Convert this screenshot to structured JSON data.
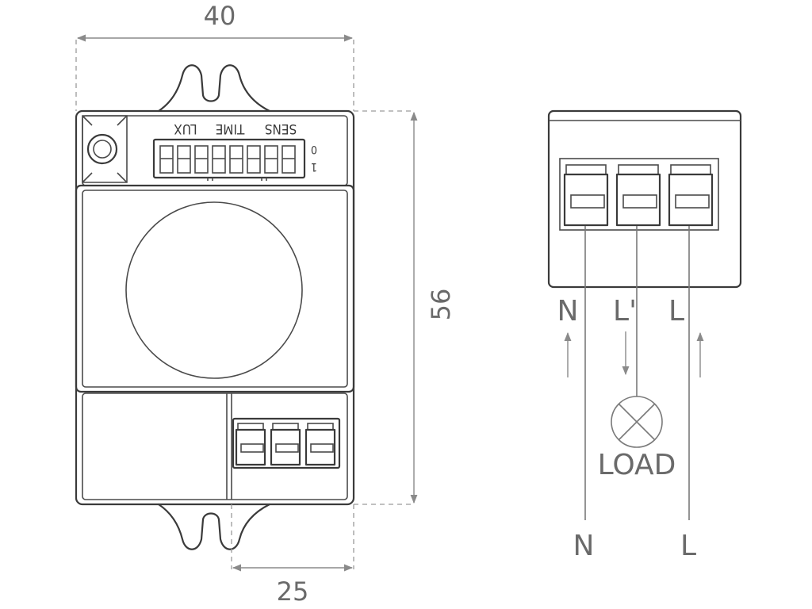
{
  "dimensions": {
    "width_label": "40",
    "height_label": "56",
    "bottom_label": "25"
  },
  "switch_panel": {
    "labels": [
      "LUX",
      "TIME",
      "SENS"
    ],
    "state_off": "0",
    "state_on": "1"
  },
  "wiring": {
    "top_terminals": [
      "N",
      "L'",
      "L"
    ],
    "load_label": "LOAD",
    "bottom_terminals": [
      "N",
      "L"
    ]
  }
}
